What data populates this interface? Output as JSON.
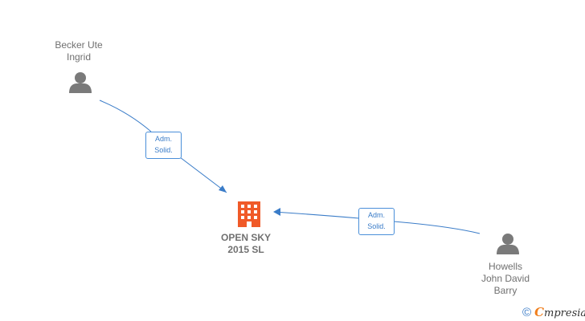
{
  "nodes": {
    "person_top": {
      "name_line1": "Becker Ute",
      "name_line2": "Ingrid"
    },
    "person_bottom": {
      "name_line1": "Howells",
      "name_line2": "John David",
      "name_line3": "Barry"
    },
    "company": {
      "name_line1": "OPEN SKY",
      "name_line2": "2015  SL"
    }
  },
  "edges": [
    {
      "label_line1": "Adm.",
      "label_line2": "Solid."
    },
    {
      "label_line1": "Adm.",
      "label_line2": "Solid."
    }
  ],
  "colors": {
    "person_icon": "#7a7a7a",
    "company_icon": "#f05a28",
    "edge": "#3a7cc8"
  },
  "brand": {
    "copyright": "©",
    "initial": "C",
    "rest": "mpresia"
  }
}
